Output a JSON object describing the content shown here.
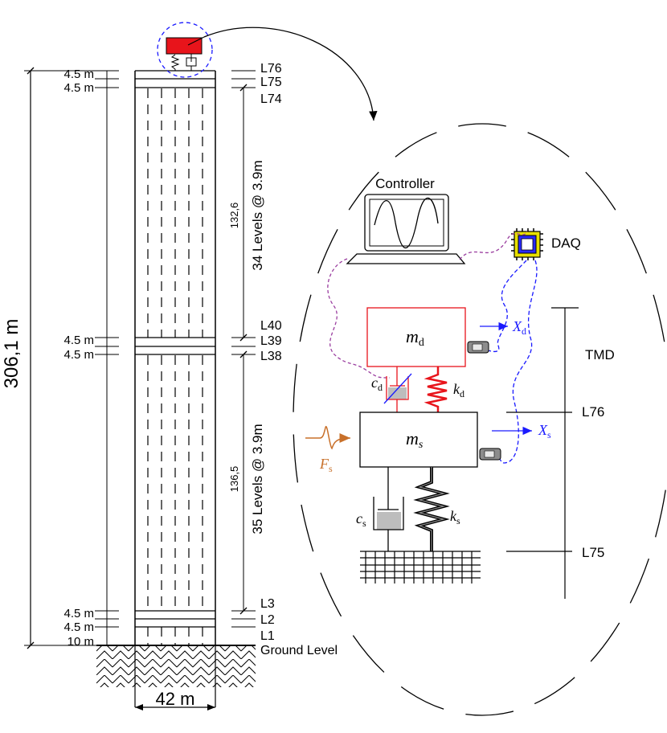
{
  "tower": {
    "height_label": "306,1 m",
    "width_label": "42 m",
    "upper_story_dim": "132,6",
    "lower_story_dim": "136,5",
    "upper_levels_label": "34 Levels @ 3.9m",
    "lower_levels_label": "35 Levels @ 3.9m",
    "left_dims": [
      "4.5 m",
      "4.5 m",
      "4.5 m",
      "4.5 m",
      "4.5 m",
      "4.5 m",
      "10 m"
    ],
    "level_labels": [
      "L76",
      "L75",
      "L74",
      "L40",
      "L39",
      "L38",
      "L3",
      "L2",
      "L1"
    ],
    "ground_label": "Ground Level"
  },
  "detail": {
    "controller_label": "Controller",
    "daq_label": "DAQ",
    "tmd_label": "TMD",
    "l76_label": "L76",
    "l75_label": "L75",
    "md": {
      "base": "m",
      "sub": "d"
    },
    "ms": {
      "base": "m",
      "sub": "s"
    },
    "cd": {
      "base": "c",
      "sub": "d"
    },
    "kd": {
      "base": "k",
      "sub": "d"
    },
    "cs": {
      "base": "c",
      "sub": "s"
    },
    "ks": {
      "base": "k",
      "sub": "s"
    },
    "xd": {
      "base": "X",
      "sub": "d"
    },
    "xs": {
      "base": "X",
      "sub": "s"
    },
    "fs": {
      "base": "F",
      "sub": "s"
    }
  },
  "colors": {
    "tmd_red": "#e8141b",
    "sensor_blue": "#1a1aff",
    "daq_wire": "#9b3fa0",
    "force_orange": "#c8702a",
    "daq_chip_yellow": "#e8e000"
  }
}
